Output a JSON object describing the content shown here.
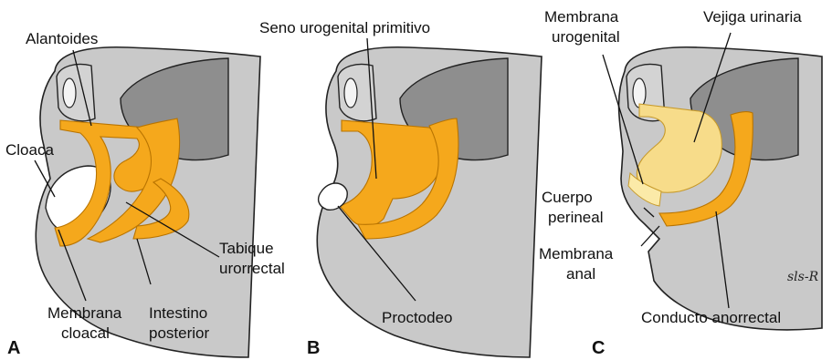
{
  "panels": {
    "a": {
      "letter": "A",
      "labels": {
        "alantoides": "Alantoides",
        "cloaca": "Cloaca",
        "tabique_1": "Tabique",
        "tabique_2": "urorrectal",
        "membrana_1": "Membrana",
        "membrana_2": "cloacal",
        "intestino_1": "Intestino",
        "intestino_2": "posterior"
      }
    },
    "b": {
      "letter": "B",
      "labels": {
        "seno": "Seno urogenital primitivo",
        "proctodeo": "Proctodeo"
      }
    },
    "c": {
      "letter": "C",
      "labels": {
        "membrana_uro_1": "Membrana",
        "membrana_uro_2": "urogenital",
        "vejiga": "Vejiga urinaria",
        "cuerpo_1": "Cuerpo",
        "cuerpo_2": "perineal",
        "membrana_anal_1": "Membrana",
        "membrana_anal_2": "anal",
        "conducto": "Conducto anorrectal"
      },
      "signature": "sls-R"
    }
  },
  "colors": {
    "endoderm": "#f5a81c",
    "bladder": "#f7dc8a",
    "tissue": "#c9c9c9",
    "dark_tissue": "#8e8e8e"
  }
}
